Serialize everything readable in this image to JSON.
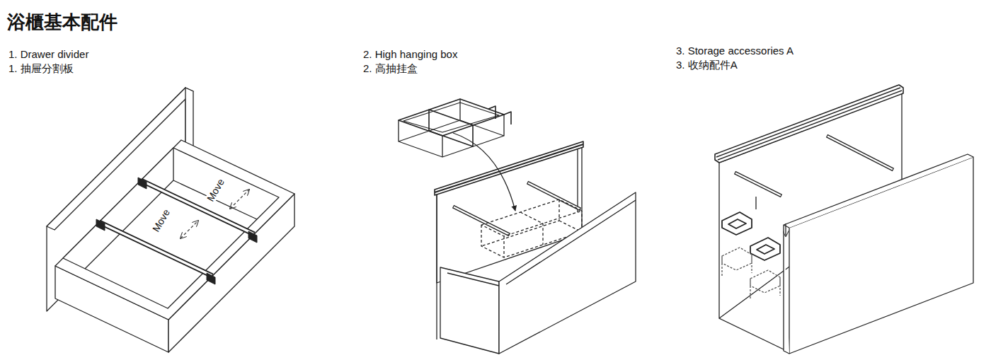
{
  "diagram": {
    "title": "浴櫃基本配件",
    "labels": [
      "1. Drawer divider",
      "1. 抽屉分割板",
      "Move",
      "Move",
      "2. High hanging box",
      "2. 高抽挂盒",
      "3. Storage accessories A",
      "3. 收纳配件A"
    ]
  }
}
